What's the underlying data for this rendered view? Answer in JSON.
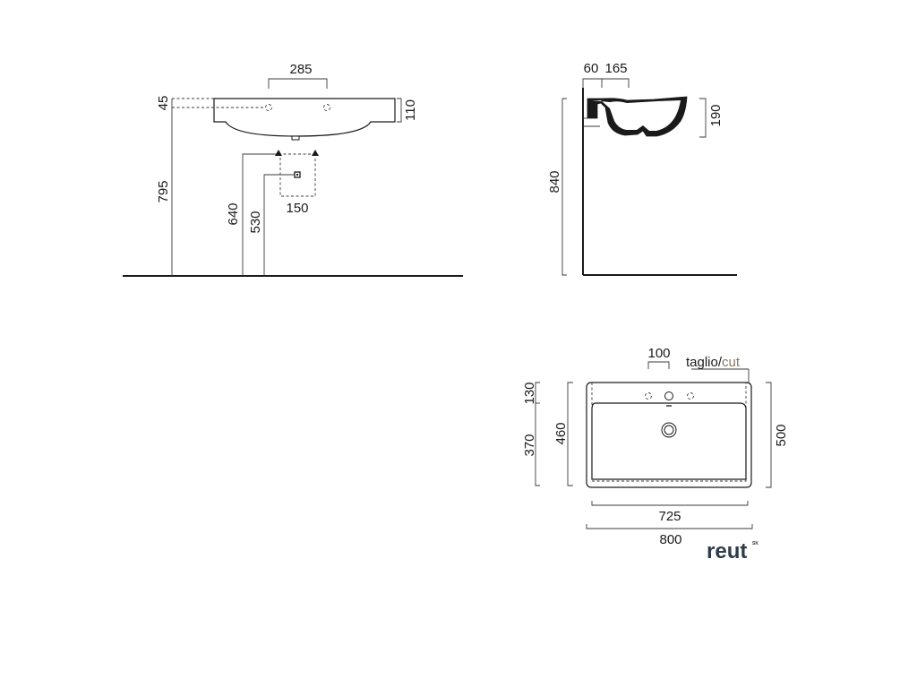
{
  "front_view": {
    "dim_hole_spacing": "285",
    "dim_tap_offset": "45",
    "dim_basin_height": "110",
    "dim_rim_height": "795",
    "dim_supply_height": "640",
    "dim_waste_height": "530",
    "dim_supply_spacing": "150"
  },
  "side_view": {
    "dim_wall_gap": "60",
    "dim_tap_depth": "165",
    "dim_bowl_depth": "190",
    "dim_total_height": "840"
  },
  "top_view": {
    "dim_hole_spacing": "100",
    "label_cut_main": "taglio/",
    "label_cut_accent": "cut",
    "dim_back_ledge": "130",
    "dim_bowl_length": "370",
    "dim_inner_depth": "460",
    "dim_outer_depth": "500",
    "dim_inner_width": "725",
    "dim_outer_width": "800"
  },
  "brand": {
    "logo_text": "reut",
    "logo_sup": "SK",
    "logo_color": "#2e3b4a"
  },
  "colors": {
    "line": "#1a1a1a",
    "dimension": "#3a3a3a",
    "accent": "#8a7560"
  }
}
